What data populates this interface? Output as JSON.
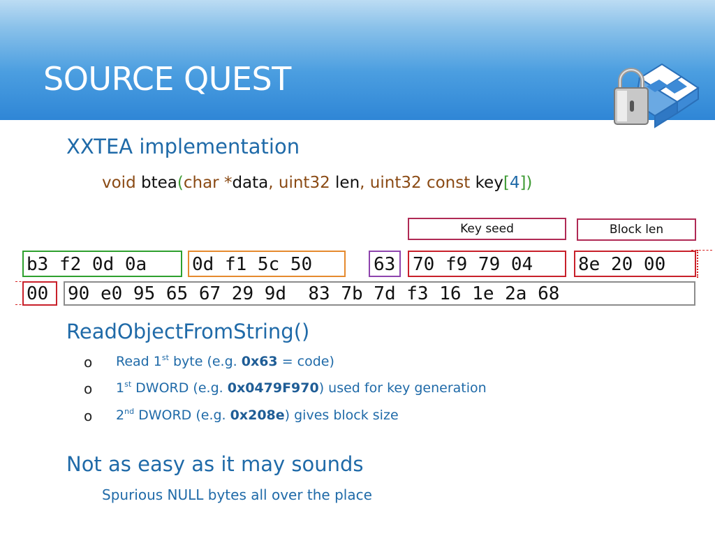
{
  "slide": {
    "title": "SOURCE QUEST",
    "logo": {
      "icon": "dropbox-padlock-logo",
      "accent": "#3d8ad6"
    }
  },
  "section1": {
    "heading": "XXTEA implementation",
    "code": {
      "t1": "void",
      "t2": "btea",
      "t3": "(",
      "t4": "char",
      "t5": "*",
      "t6": "data",
      "t7": ",",
      "t8": "uint32",
      "t9": "len",
      "t10": ",",
      "t11": "uint32",
      "t12": "const",
      "t13": "key",
      "t14": "[",
      "t15": "4",
      "t16": "])"
    }
  },
  "hexdump": {
    "labels": {
      "key_seed": "Key seed",
      "block_len": "Block len"
    },
    "row1": {
      "g1": "b3 f2 0d 0a",
      "g2": "0d f1 5c 50",
      "g3": "63",
      "g4": "70 f9 79 04",
      "g5": "8e 20 00"
    },
    "row2": {
      "g1": "00",
      "g2": "90 e0 95 65 67 29 9d  83 7b 7d f3 16 1e 2a 68"
    },
    "colors": {
      "green": "#2ea02e",
      "orange": "#e58a2e",
      "purple": "#8e44ad",
      "red": "#c8202a",
      "gray": "#8c8c8c",
      "label_border": "#b02a55"
    }
  },
  "section2": {
    "heading": "ReadObjectFromString()",
    "bullets": [
      {
        "marker": "o",
        "pre": "Read 1",
        "sup": "st",
        "mid": " byte (e.g. ",
        "bold": "0x63",
        "post": " = code)"
      },
      {
        "marker": "o",
        "pre": "1",
        "sup": "st",
        "mid": " DWORD (e.g. ",
        "bold": "0x0479F970",
        "post": ") used for key generation"
      },
      {
        "marker": "o",
        "pre": "2",
        "sup": "nd",
        "mid": " DWORD (e.g. ",
        "bold": "0x208e",
        "post": ") gives block size"
      }
    ]
  },
  "section3": {
    "heading": "Not as easy as it may sounds",
    "sub": "Spurious NULL bytes all over the place"
  }
}
